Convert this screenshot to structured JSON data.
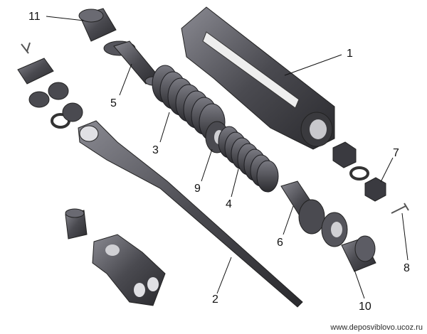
{
  "watermark": "www.deposviblovo.ucoz.ru",
  "callouts": [
    {
      "id": "1",
      "text": "1"
    },
    {
      "id": "2",
      "text": "2"
    },
    {
      "id": "3",
      "text": "3"
    },
    {
      "id": "4",
      "text": "4"
    },
    {
      "id": "5",
      "text": "5"
    },
    {
      "id": "6",
      "text": "6"
    },
    {
      "id": "7",
      "text": "7"
    },
    {
      "id": "8",
      "text": "8"
    },
    {
      "id": "9",
      "text": "9"
    },
    {
      "id": "10",
      "text": "10"
    },
    {
      "id": "11",
      "text": "11"
    }
  ],
  "colors": {
    "part_dark": "#2f2f33",
    "part_mid": "#55555c",
    "part_light": "#8a8a92",
    "spring": "#3a3a40",
    "washer_face": "#6c6c74"
  }
}
